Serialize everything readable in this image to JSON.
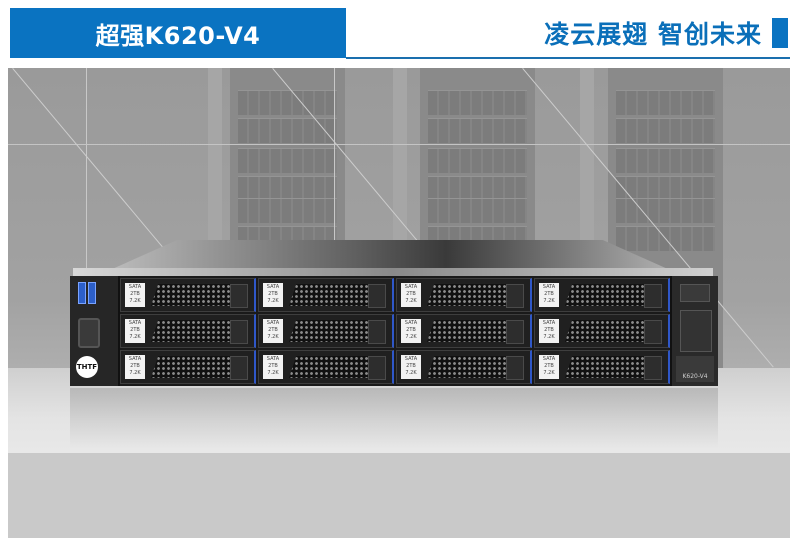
{
  "header": {
    "title": "超强K620-V4",
    "slogan": "凌云展翅 智创未来",
    "accent_color": "#0a73c1"
  },
  "product": {
    "model_label": "K620-V4",
    "front_logo": "THTF",
    "drive_bays": [
      {
        "label": "SATA 2TB 7.2K"
      },
      {
        "label": "SATA 2TB 7.2K"
      },
      {
        "label": "SATA 2TB 7.2K"
      },
      {
        "label": "SATA 2TB 7.2K"
      },
      {
        "label": "SATA 2TB 7.2K"
      },
      {
        "label": "SATA 2TB 7.2K"
      },
      {
        "label": "SATA 2TB 7.2K"
      },
      {
        "label": "SATA 2TB 7.2K"
      },
      {
        "label": "SATA 2TB 7.2K"
      },
      {
        "label": "SATA 2TB 7.2K"
      },
      {
        "label": "SATA 2TB 7.2K"
      },
      {
        "label": "SATA 2TB 7.2K"
      }
    ]
  }
}
